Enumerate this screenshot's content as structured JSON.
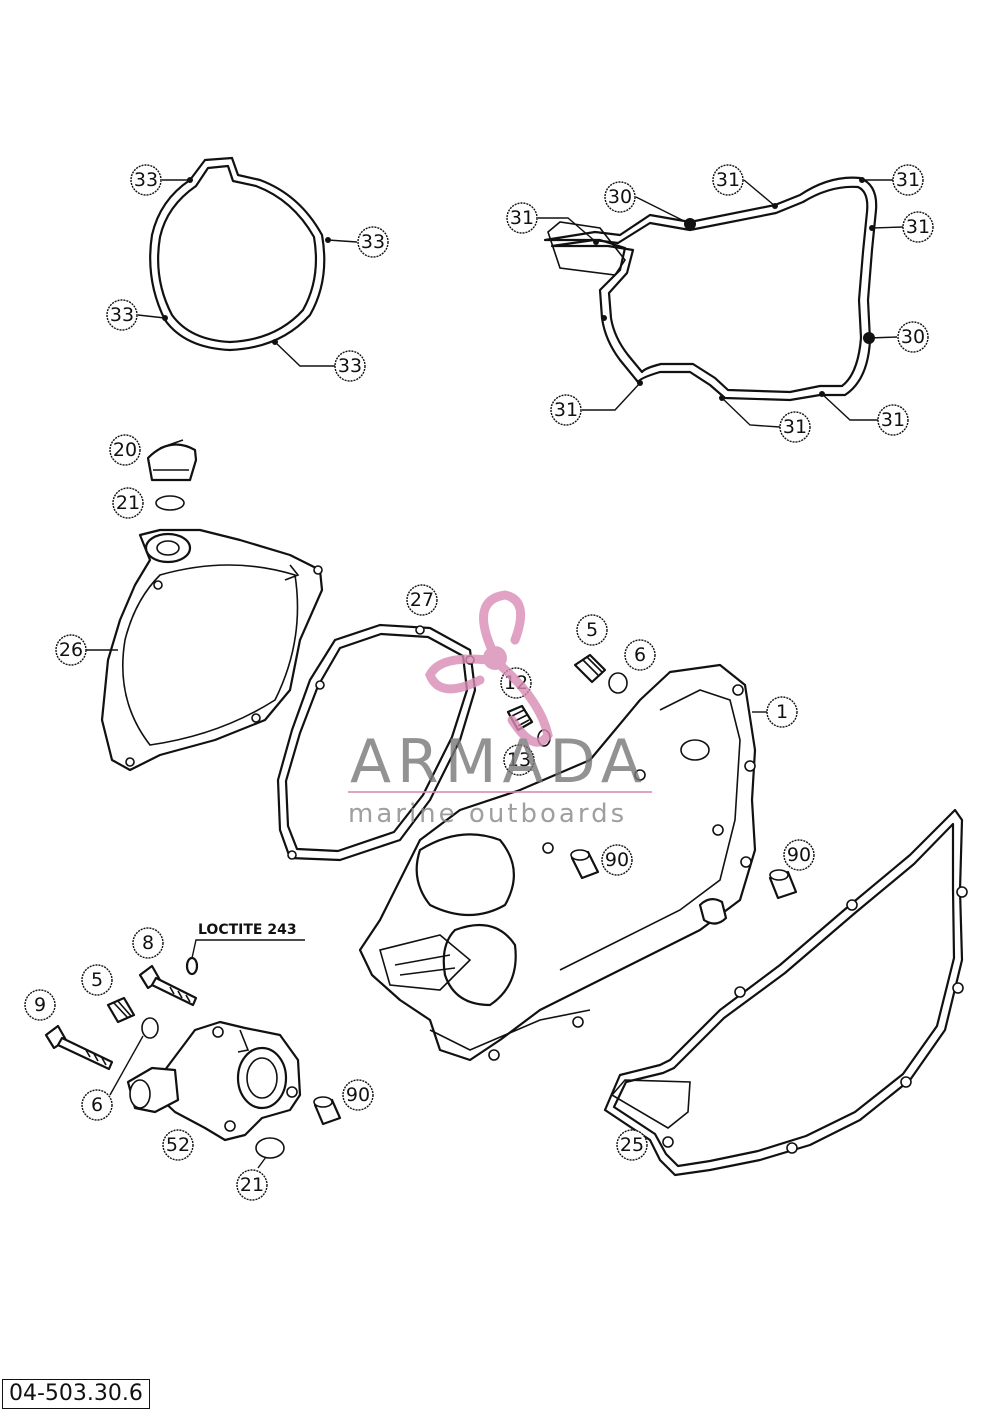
{
  "callouts": {
    "c1": "1",
    "c5a": "5",
    "c5b": "5",
    "c6a": "6",
    "c6b": "6",
    "c8": "8",
    "c9": "9",
    "c12": "12",
    "c13": "13",
    "c20": "20",
    "c21a": "21",
    "c21b": "21",
    "c25": "25",
    "c26": "26",
    "c27": "27",
    "c30": "30",
    "c31": "31",
    "c33": "33",
    "c52": "52",
    "c90": "90"
  },
  "note": "LOCTITE 243",
  "watermark": {
    "brand": "ARMADA",
    "tagline": "marine outboards",
    "color": "#d98bb4"
  },
  "reference_code": "04-503.30.6"
}
